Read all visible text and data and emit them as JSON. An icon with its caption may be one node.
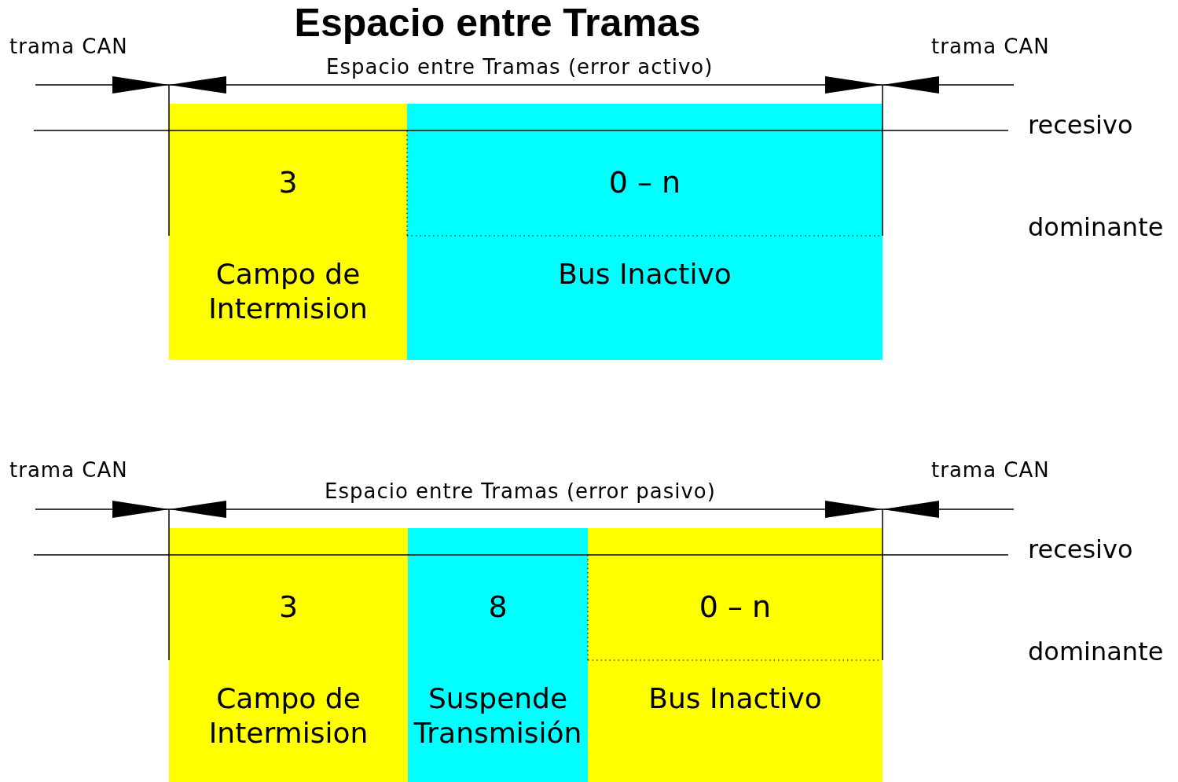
{
  "diagram": {
    "title": "Espacio entre Tramas",
    "nodes": [
      {
        "text": [
          "3",
          "Campo de Intermision"
        ]
      },
      {
        "text": [
          "0 – n",
          "Bus Inactivo"
        ]
      },
      {
        "text": [
          "3",
          "Campo de Intermision"
        ]
      },
      {
        "text": [
          "8",
          "Suspende Transmisión"
        ]
      },
      {
        "text": [
          "0 – n",
          "Bus Inactivo"
        ]
      }
    ],
    "labels": [
      "trama CAN",
      "trama CAN",
      "Espacio entre Tramas (error activo)",
      "recesivo",
      "dominante",
      "trama CAN",
      "trama CAN",
      "Espacio entre Tramas (error pasivo)",
      "recesivo",
      "dominante"
    ]
  }
}
